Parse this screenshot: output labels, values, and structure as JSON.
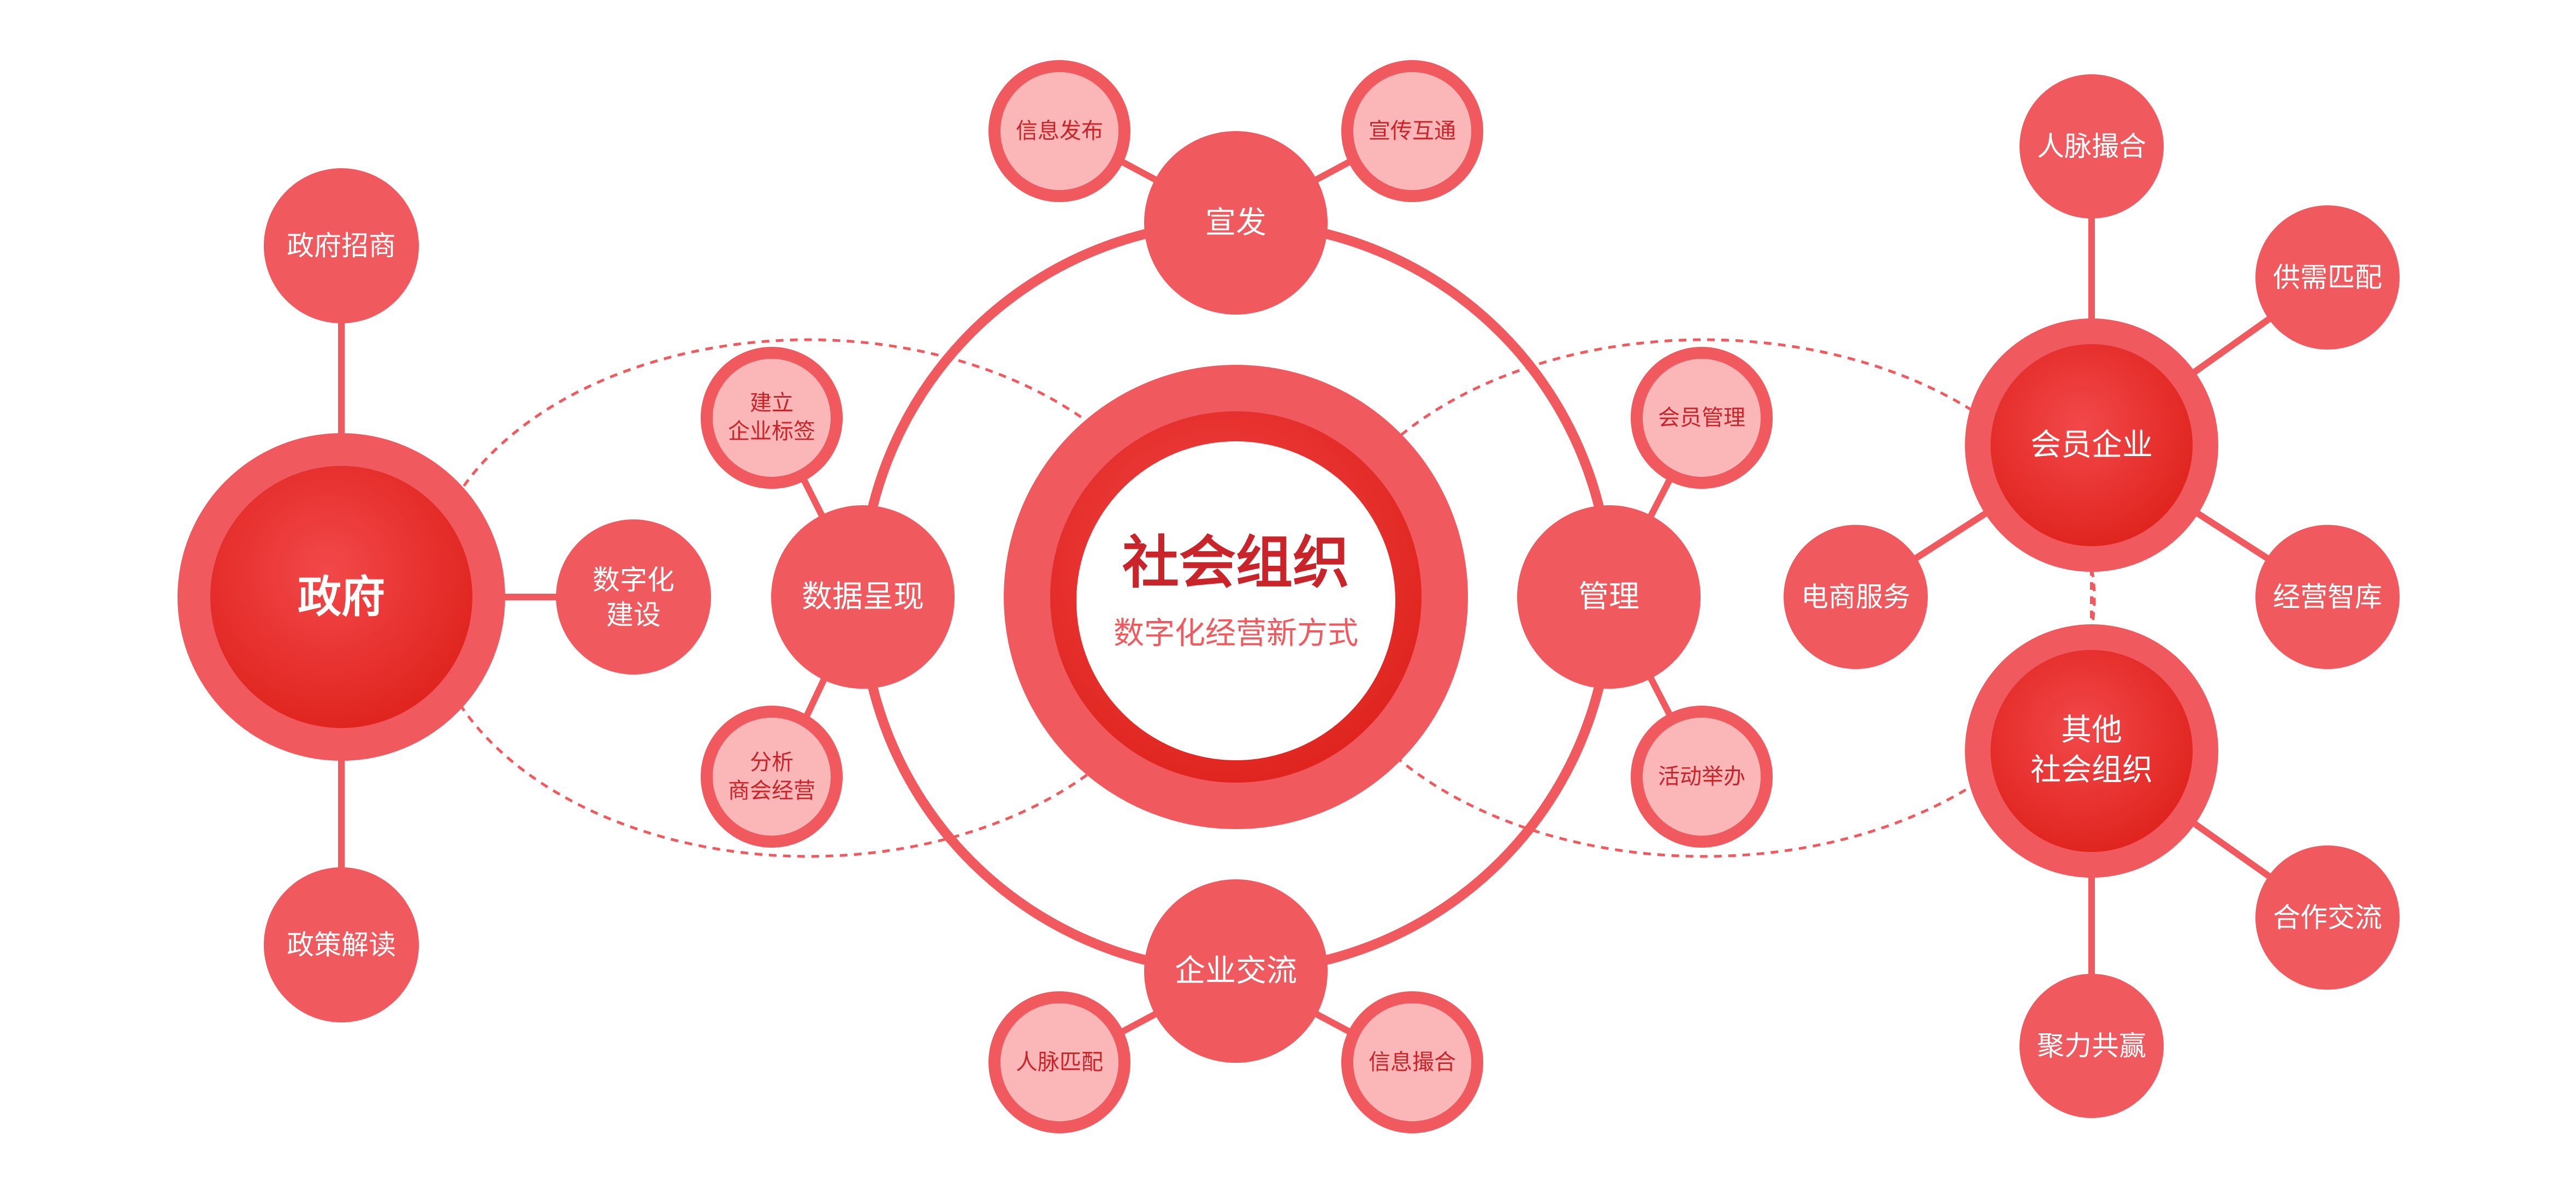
{
  "colors": {
    "primary": "#f05a5e",
    "deep": "#e0261f",
    "light": "#fbb7b8",
    "dark_text": "#c8242a",
    "white": "#ffffff"
  },
  "center": {
    "title": "社会组织",
    "subtitle": "数字化经营新方式"
  },
  "ring_nodes": {
    "publicity": "宣发",
    "data_presentation": "数据呈现",
    "management": "管理",
    "enterprise_exchange": "企业交流"
  },
  "sub_nodes": {
    "info_publish": "信息发布",
    "promo_exchange": "宣传互通",
    "build_tags": [
      "建立",
      "企业标签"
    ],
    "analyze_chamber": [
      "分析",
      "商会经营"
    ],
    "member_management": "会员管理",
    "event_hosting": "活动举办",
    "contact_match": "人脉匹配",
    "info_match": "信息撮合"
  },
  "government": {
    "label": "政府",
    "branches": {
      "investment": "政府招商",
      "digital_build": [
        "数字化",
        "建设"
      ],
      "policy": "政策解读"
    }
  },
  "member_enterprise": {
    "label": "会员企业",
    "branches": {
      "contacts": "人脉撮合",
      "supply_demand": "供需匹配",
      "ecommerce": "电商服务",
      "think_tank": "经营智库"
    }
  },
  "other_org": {
    "label": [
      "其他",
      "社会组织"
    ],
    "branches": {
      "cooperation": "合作交流",
      "win_win": "聚力共赢"
    }
  }
}
